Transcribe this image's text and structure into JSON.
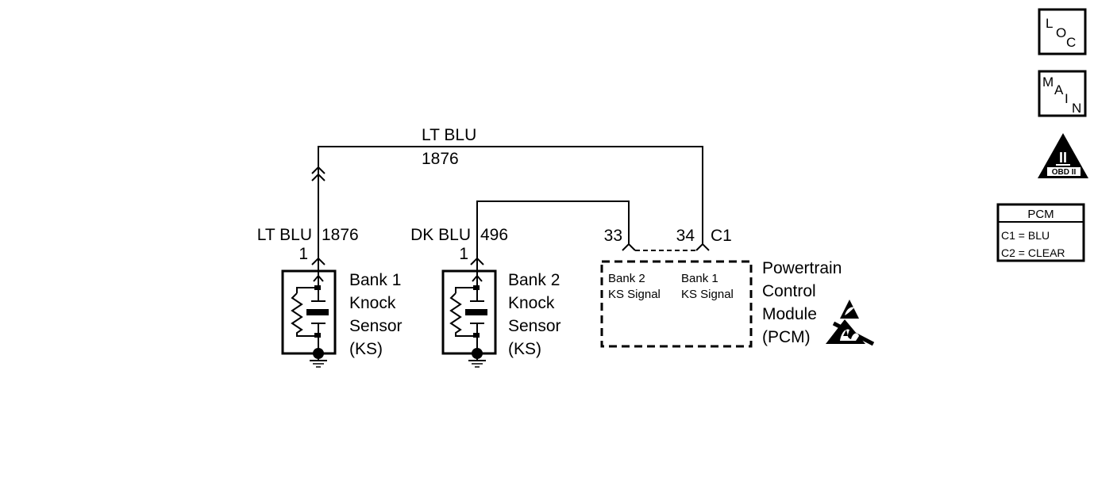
{
  "top_wire": {
    "color": "LT BLU",
    "circuit": "1876"
  },
  "sensor1": {
    "wire_color": "LT BLU",
    "circuit": "1876",
    "pin": "1",
    "name_lines": [
      "Bank 1",
      "Knock",
      "Sensor",
      "(KS)"
    ]
  },
  "sensor2": {
    "wire_color": "DK BLU",
    "circuit": "496",
    "pin": "1",
    "name_lines": [
      "Bank 2",
      "Knock",
      "Sensor",
      "(KS)"
    ]
  },
  "pcm": {
    "pin_bank2": "33",
    "pin_bank1": "34",
    "connector": "C1",
    "bank2_signal": [
      "Bank 2",
      "KS Signal"
    ],
    "bank1_signal": [
      "Bank 1",
      "KS Signal"
    ],
    "name_lines": [
      "Powertrain",
      "Control",
      "Module",
      "(PCM)"
    ]
  },
  "legend": {
    "title": "PCM",
    "rows": [
      "C1 = BLU",
      "C2 = CLEAR"
    ]
  },
  "nav": {
    "loc_letters": [
      "L",
      "O",
      "C"
    ],
    "main_letters": [
      "M",
      "A",
      "I",
      "N"
    ],
    "obd_symbol": "II",
    "obd_label": "OBD II"
  }
}
